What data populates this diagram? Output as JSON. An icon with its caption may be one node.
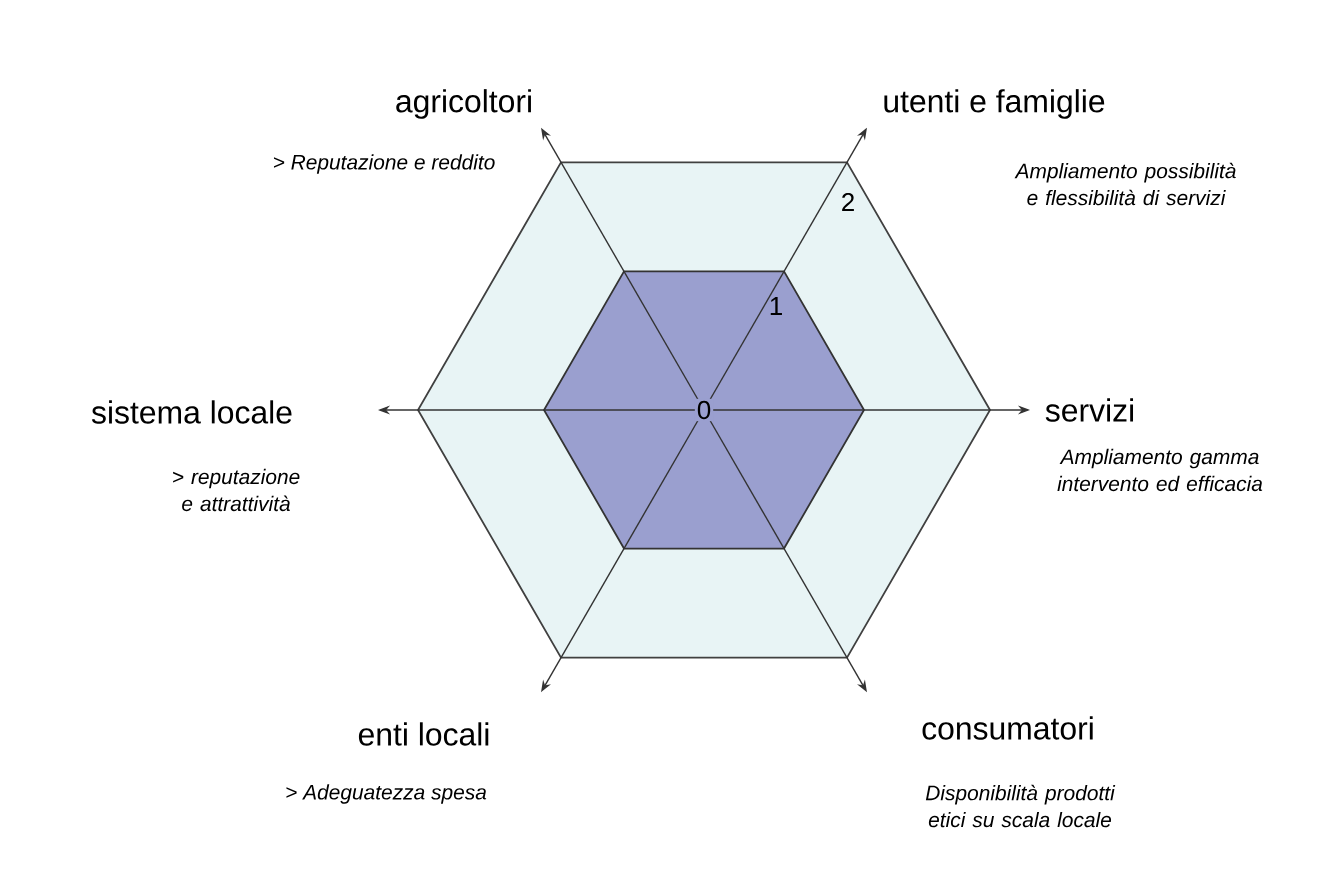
{
  "diagram": {
    "labels": [
      "agricoltori",
      "utenti e famiglie",
      "> Reputazione e reddito",
      "Ampliamento  possibilità e flessibilità di servizi",
      "2",
      "1",
      "sistema locale",
      "0",
      "servizi",
      "Ampliamento gamma intervento ed efficacia",
      "> reputazione e attrattività",
      "enti locali",
      "consumatori",
      "> Adeguatezza spesa",
      "Disponibilità prodotti etici su scala locale"
    ]
  }
}
